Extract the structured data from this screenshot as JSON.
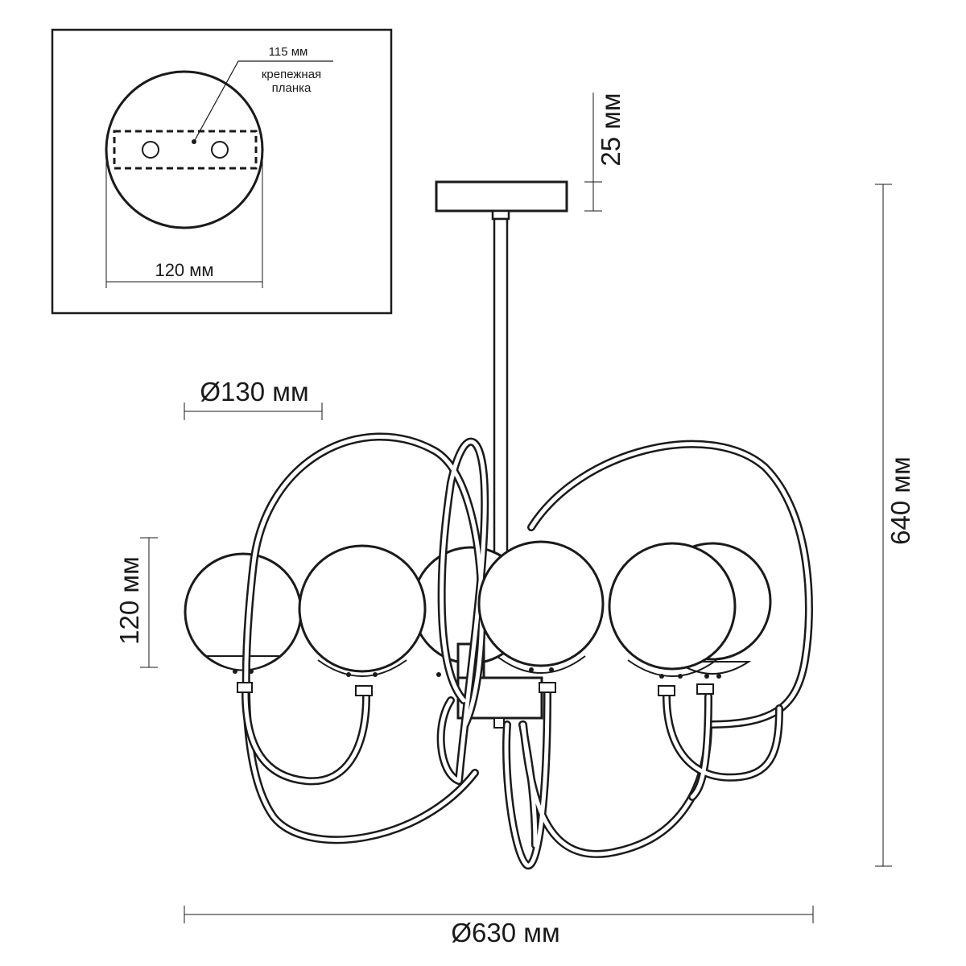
{
  "inset": {
    "label_115": "115 мм",
    "mounting_plate_line1": "крепежная",
    "mounting_plate_line2": "планка",
    "label_120": "120 мм"
  },
  "dimensions": {
    "canopy_height": "25 мм",
    "shade_diameter": "Ø130 мм",
    "shade_height": "120 мм",
    "total_height": "640 мм",
    "total_diameter": "Ø630 мм"
  },
  "colors": {
    "line": "#1a1a1a",
    "background": "#ffffff"
  }
}
